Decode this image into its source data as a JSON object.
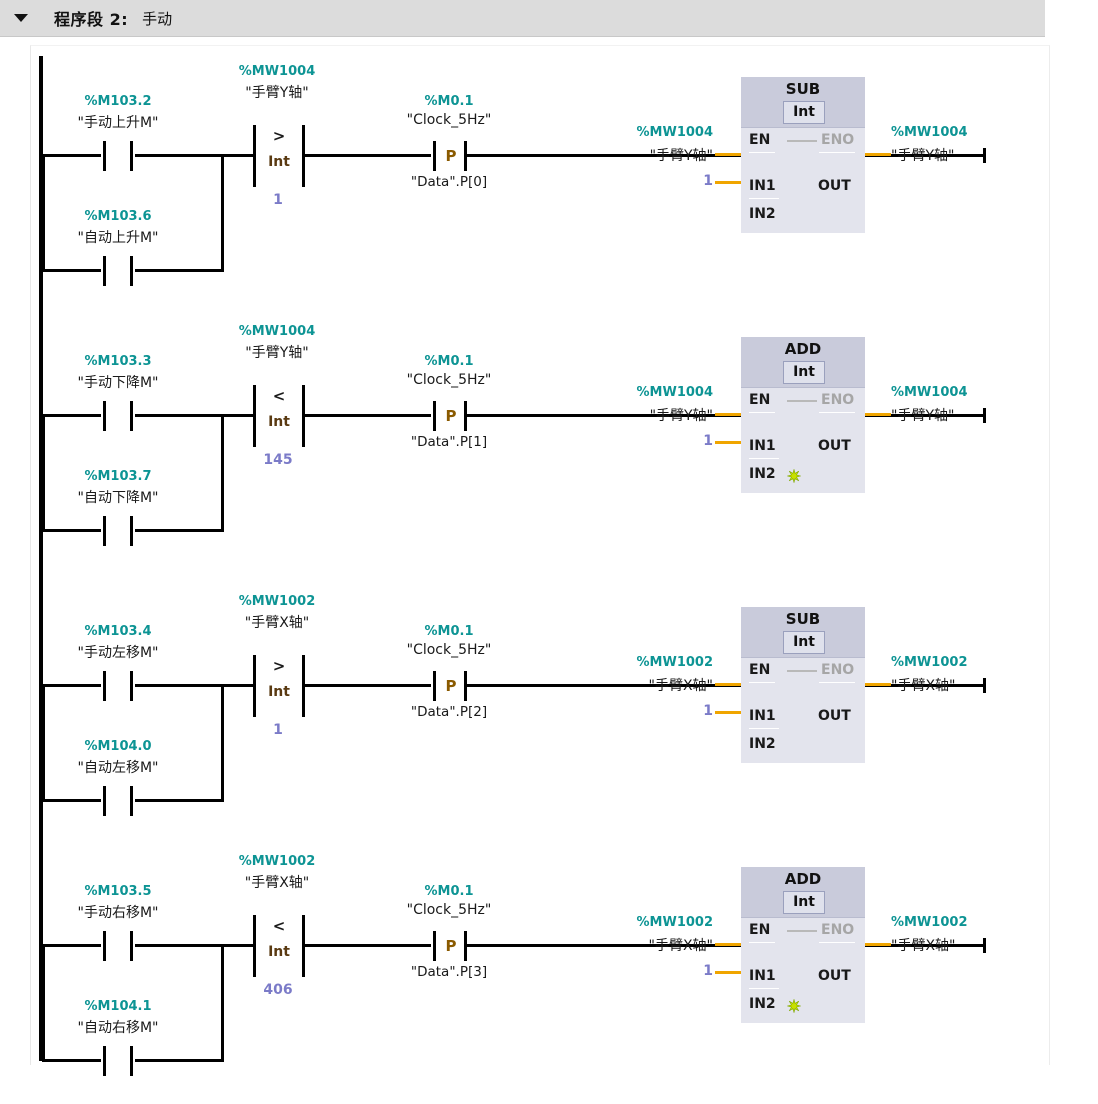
{
  "header": {
    "collapse_icon": "triangle-down-icon",
    "title": "程序段 2:",
    "comment": "手动"
  },
  "rungs": [
    {
      "id": "rung-1",
      "contacts": [
        {
          "addr": "%M103.2",
          "symbol": "\"手动上升M\"",
          "type": "no-contact"
        },
        {
          "addr": "%M103.6",
          "symbol": "\"自动上升M\"",
          "type": "no-contact"
        }
      ],
      "comparator": {
        "addr": "%MW1004",
        "symbol": "\"手臂Y轴\"",
        "operator": ">",
        "datatype": "Int",
        "value": "1"
      },
      "edge": {
        "addr": "%M0.1",
        "symbol": "\"Clock_5Hz\"",
        "glyph": "P",
        "memory": "\"Data\".P[0]"
      },
      "block": {
        "name": "SUB",
        "datatype": "Int",
        "en": "EN",
        "eno": "ENO",
        "in1_label": "IN1",
        "in2_label": "IN2",
        "out_label": "OUT",
        "in1_addr": "%MW1004",
        "in1_symbol": "\"手臂Y轴\"",
        "in2_value": "1",
        "out_addr": "%MW1004",
        "out_symbol": "\"手臂Y轴\"",
        "has_star": false
      }
    },
    {
      "id": "rung-2",
      "contacts": [
        {
          "addr": "%M103.3",
          "symbol": "\"手动下降M\"",
          "type": "no-contact"
        },
        {
          "addr": "%M103.7",
          "symbol": "\"自动下降M\"",
          "type": "no-contact"
        }
      ],
      "comparator": {
        "addr": "%MW1004",
        "symbol": "\"手臂Y轴\"",
        "operator": "<",
        "datatype": "Int",
        "value": "145"
      },
      "edge": {
        "addr": "%M0.1",
        "symbol": "\"Clock_5Hz\"",
        "glyph": "P",
        "memory": "\"Data\".P[1]"
      },
      "block": {
        "name": "ADD",
        "datatype": "Int",
        "en": "EN",
        "eno": "ENO",
        "in1_label": "IN1",
        "in2_label": "IN2",
        "out_label": "OUT",
        "in1_addr": "%MW1004",
        "in1_symbol": "\"手臂Y轴\"",
        "in2_value": "1",
        "out_addr": "%MW1004",
        "out_symbol": "\"手臂Y轴\"",
        "has_star": true
      }
    },
    {
      "id": "rung-3",
      "contacts": [
        {
          "addr": "%M103.4",
          "symbol": "\"手动左移M\"",
          "type": "no-contact"
        },
        {
          "addr": "%M104.0",
          "symbol": "\"自动左移M\"",
          "type": "no-contact"
        }
      ],
      "comparator": {
        "addr": "%MW1002",
        "symbol": "\"手臂X轴\"",
        "operator": ">",
        "datatype": "Int",
        "value": "1"
      },
      "edge": {
        "addr": "%M0.1",
        "symbol": "\"Clock_5Hz\"",
        "glyph": "P",
        "memory": "\"Data\".P[2]"
      },
      "block": {
        "name": "SUB",
        "datatype": "Int",
        "en": "EN",
        "eno": "ENO",
        "in1_label": "IN1",
        "in2_label": "IN2",
        "out_label": "OUT",
        "in1_addr": "%MW1002",
        "in1_symbol": "\"手臂X轴\"",
        "in2_value": "1",
        "out_addr": "%MW1002",
        "out_symbol": "\"手臂X轴\"",
        "has_star": false
      }
    },
    {
      "id": "rung-4",
      "contacts": [
        {
          "addr": "%M103.5",
          "symbol": "\"手动右移M\"",
          "type": "no-contact"
        },
        {
          "addr": "%M104.1",
          "symbol": "\"自动右移M\"",
          "type": "no-contact"
        }
      ],
      "comparator": {
        "addr": "%MW1002",
        "symbol": "\"手臂X轴\"",
        "operator": "<",
        "datatype": "Int",
        "value": "406"
      },
      "edge": {
        "addr": "%M0.1",
        "symbol": "\"Clock_5Hz\"",
        "glyph": "P",
        "memory": "\"Data\".P[3]"
      },
      "block": {
        "name": "ADD",
        "datatype": "Int",
        "en": "EN",
        "eno": "ENO",
        "in1_label": "IN1",
        "in2_label": "IN2",
        "out_label": "OUT",
        "in1_addr": "%MW1002",
        "in1_symbol": "\"手臂X轴\"",
        "in2_value": "1",
        "out_addr": "%MW1002",
        "out_symbol": "\"手臂X轴\"",
        "has_star": true
      }
    }
  ],
  "colors": {
    "address": "#0d9494",
    "constant": "#7b7bc8",
    "wire": "#000000",
    "param_wire": "#f0a500",
    "block_header": "#c9cbdb",
    "block_body": "#e3e4ed",
    "header_bar": "#dcdcdc",
    "edge_glyph": "#8a5a00"
  }
}
